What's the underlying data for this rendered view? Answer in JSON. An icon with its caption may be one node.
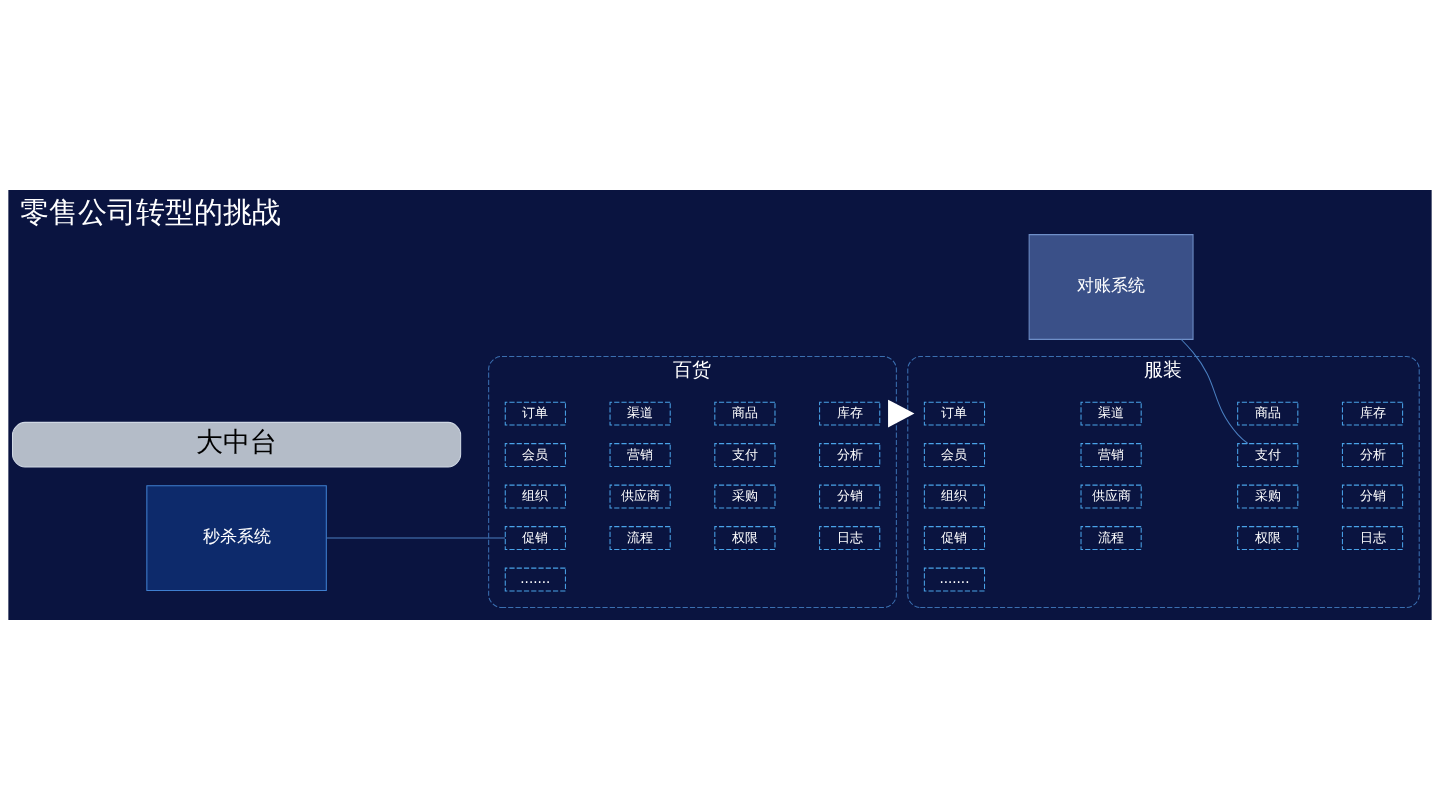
{
  "diagram": {
    "title": "零售公司转型的挑战",
    "nodes": [
      {
        "text": [
          "百货"
        ]
      },
      {
        "text": [
          "订单"
        ],
        "in": 0
      },
      {
        "text": [
          "渠道"
        ],
        "in": 0
      },
      {
        "text": [
          "商品"
        ],
        "in": 0
      },
      {
        "text": [
          "库存"
        ],
        "in": 0
      },
      {
        "text": [
          "会员"
        ],
        "in": 0
      },
      {
        "text": [
          "营销"
        ],
        "in": 0
      },
      {
        "text": [
          "支付"
        ],
        "in": 0
      },
      {
        "text": [
          "分析"
        ],
        "in": 0
      },
      {
        "text": [
          "组织"
        ],
        "in": 0
      },
      {
        "text": [
          "供应商"
        ],
        "in": 0
      },
      {
        "text": [
          "采购"
        ],
        "in": 0
      },
      {
        "text": [
          "分销"
        ],
        "in": 0
      },
      {
        "text": [
          "促销"
        ],
        "in": 0
      },
      {
        "text": [
          "流程"
        ],
        "in": 0
      },
      {
        "text": [
          "权限"
        ],
        "in": 0
      },
      {
        "text": [
          "日志"
        ],
        "in": 0
      },
      {
        "text": [
          "......."
        ],
        "in": 0
      },
      {
        "text": [
          "服装"
        ]
      },
      {
        "text": [
          "订单"
        ],
        "in": 18
      },
      {
        "text": [
          "渠道"
        ],
        "in": 18
      },
      {
        "text": [
          "商品"
        ],
        "in": 18
      },
      {
        "text": [
          "库存"
        ],
        "in": 18
      },
      {
        "text": [
          "会员"
        ],
        "in": 18
      },
      {
        "text": [
          "营销"
        ],
        "in": 18
      },
      {
        "text": [
          "支付"
        ],
        "in": 18
      },
      {
        "text": [
          "分析"
        ],
        "in": 18
      },
      {
        "text": [
          "组织"
        ],
        "in": 18
      },
      {
        "text": [
          "供应商"
        ],
        "in": 18
      },
      {
        "text": [
          "采购"
        ],
        "in": 18
      },
      {
        "text": [
          "分销"
        ],
        "in": 18
      },
      {
        "text": [
          "促销"
        ],
        "in": 18
      },
      {
        "text": [
          "流程"
        ],
        "in": 18
      },
      {
        "text": [
          "权限"
        ],
        "in": 18
      },
      {
        "text": [
          "日志"
        ],
        "in": 18
      },
      {
        "text": [
          "......."
        ],
        "in": 18
      },
      {
        "text": [
          "秒杀系统"
        ]
      },
      {
        "text": [
          "对账系统"
        ]
      },
      {
        "text": [
          "大中台"
        ]
      }
    ],
    "edges": [
      {
        "from": 0,
        "to": 18,
        "arrow": "to",
        "style": "thick",
        "color": "#ffffff"
      },
      {
        "from": 36,
        "to": 13,
        "arrow": "none"
      },
      {
        "from": 37,
        "to": 25,
        "arrow": "none"
      }
    ]
  }
}
